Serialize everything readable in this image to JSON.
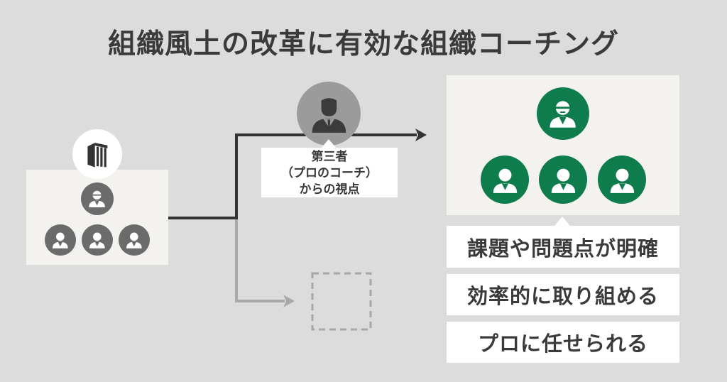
{
  "title": "組織風土の改革に有効な組織コーチング",
  "organization": {
    "icons": [
      "building-icon",
      "manager-person-icon",
      "member-person-icon",
      "member-person-icon",
      "member-person-icon"
    ]
  },
  "coach": {
    "icon": "coach-person-icon",
    "label_lines": [
      "第三者",
      "（プロのコーチ）",
      "からの視点"
    ]
  },
  "coached_team": {
    "icons": [
      "leader-person-icon",
      "member-person-icon",
      "member-person-icon",
      "member-person-icon"
    ]
  },
  "benefits": [
    "課題や問題点が明確",
    "効率的に取り組める",
    "プロに任せられる"
  ],
  "placeholder": {
    "icon": "empty-dashed-box"
  },
  "colors": {
    "background": "#dcdcdc",
    "panel": "#f4f2ee",
    "green": "#0f7c4e",
    "gray_avatar": "#6b6b6b",
    "coach_circle": "#9b9b9b",
    "text": "#3a3a3a",
    "arrow_black": "#333333",
    "arrow_gray": "#a9a9a9"
  }
}
